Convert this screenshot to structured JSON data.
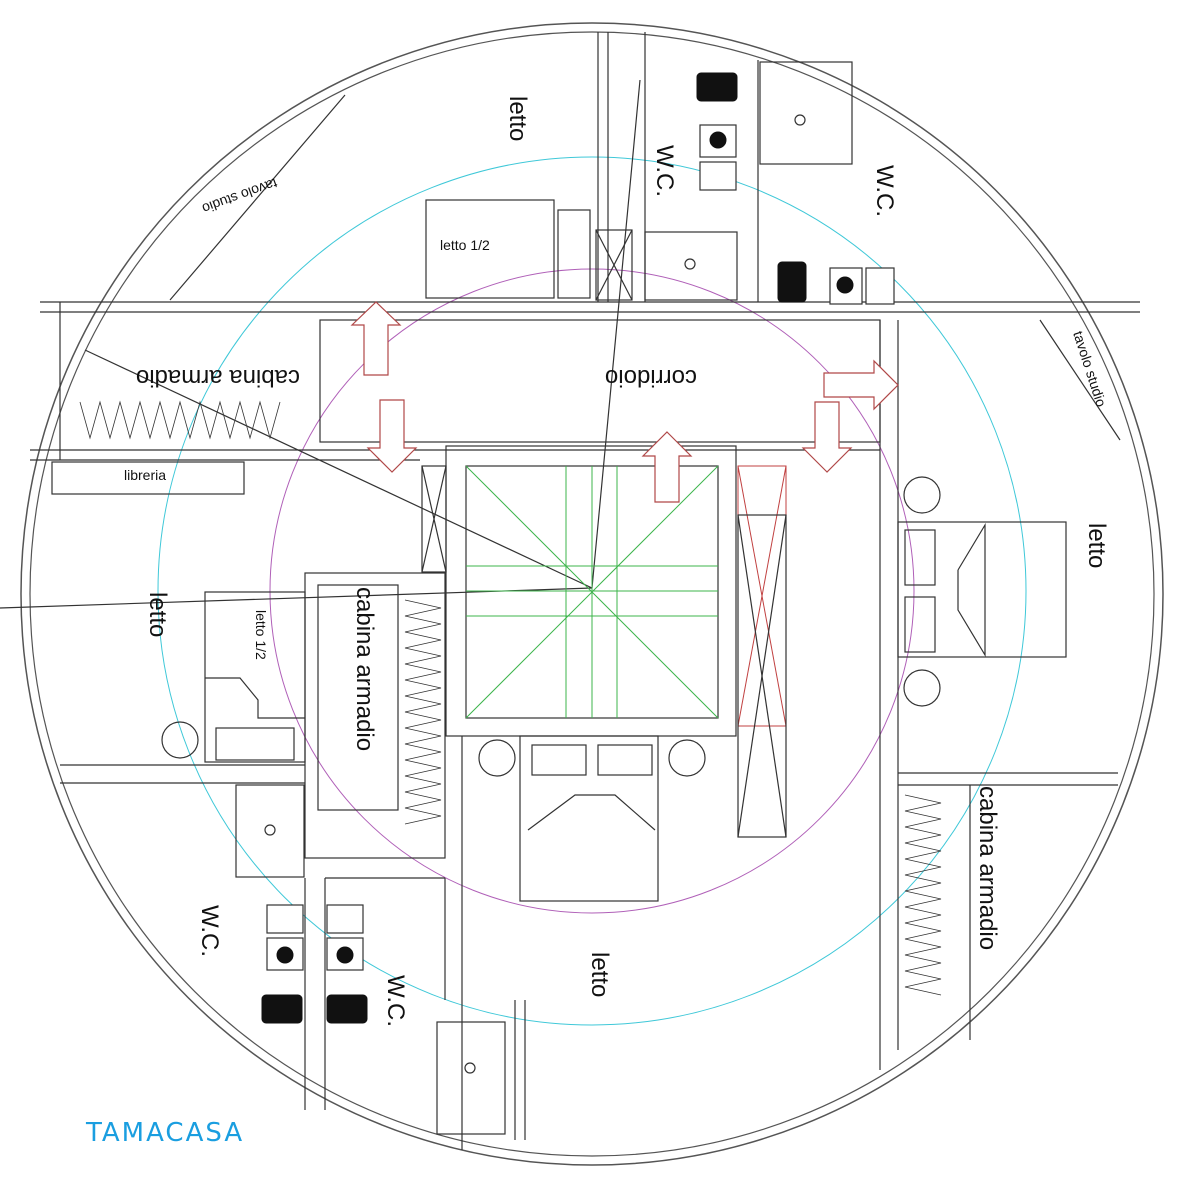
{
  "brand": {
    "name": "TAMACASA",
    "color": "#1a9ee0"
  },
  "colors": {
    "outer_ring": "#555555",
    "cyan_ring": "#3fc8d8",
    "magenta_ring": "#b060b8",
    "arrows": "#b04848",
    "grid": "#3cb44b"
  },
  "rooms": {
    "letto_top": "letto",
    "wc_top_a": "W.C.",
    "wc_top_b": "W.C.",
    "letto_half_top": "letto 1/2",
    "tavolo_studio_left": "tavolo studio",
    "cabina_armadio_left": "cabina armadio",
    "corridoio": "corridoio",
    "tavolo_studio_right": "tavolo studio",
    "libreria": "libreria",
    "letto_left": "letto",
    "letto_half_left": "letto 1/2",
    "cabina_armadio_center": "cabina armadio",
    "letto_right": "letto",
    "cabina_armadio_right": "cabina armadio",
    "wc_bottom_a": "W.C.",
    "wc_bottom_b": "W.C.",
    "letto_bottom": "letto"
  }
}
